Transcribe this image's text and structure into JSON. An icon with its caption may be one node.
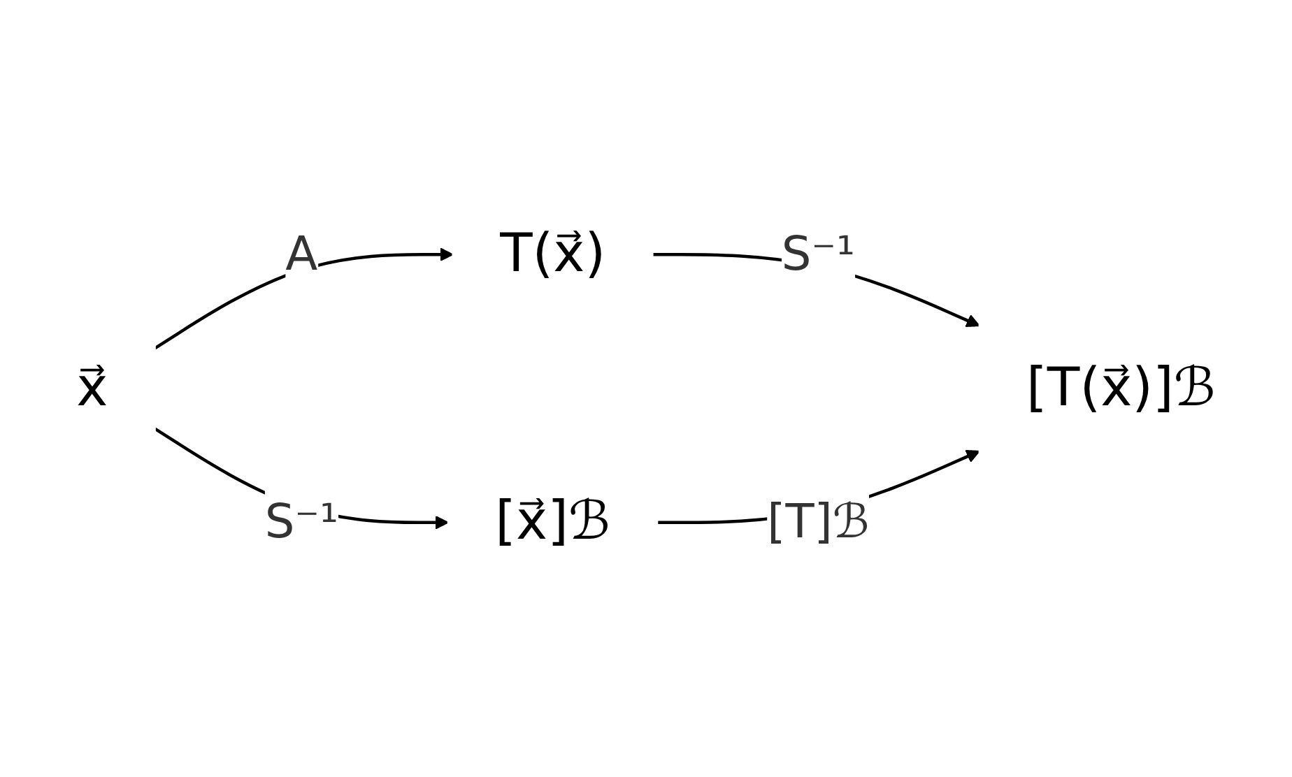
{
  "diagram": {
    "nodes": [
      {
        "text": [
          "x⃗"
        ]
      },
      {
        "text": [
          "T(x⃗)"
        ]
      },
      {
        "text": [
          "[x⃗]ℬ"
        ]
      },
      {
        "text": [
          "[T(x⃗)]ℬ"
        ]
      }
    ],
    "edges": [
      {
        "from": 0,
        "to": 1,
        "arrow": "to",
        "label": "A"
      },
      {
        "from": 0,
        "to": 2,
        "arrow": "to",
        "label": "S⁻¹"
      },
      {
        "from": 1,
        "to": 3,
        "arrow": "to",
        "label": "S⁻¹"
      },
      {
        "from": 2,
        "to": 3,
        "arrow": "to",
        "label": "[T]ℬ"
      }
    ]
  }
}
